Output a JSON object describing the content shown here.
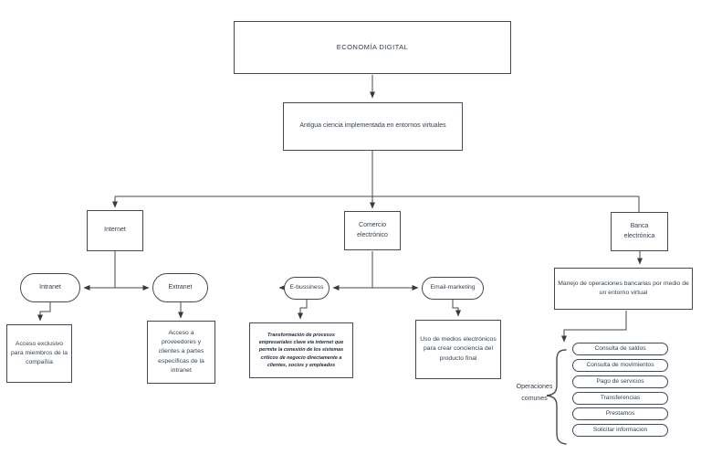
{
  "diagram": {
    "nodes": {
      "root": "ECONOMÍA DIGITAL",
      "definition": "Antigua ciencia implementada en entornos virtuales",
      "internet": "Internet",
      "comercio": "Comercio electrónico",
      "banca": "Banca electrónica",
      "intranet": "Intranet",
      "extranet": "Extranet",
      "ebussiness": "E-bussiness",
      "email_marketing": "Email-marketing",
      "intranet_desc": "Acceso exclusivo para miembros de la compañía",
      "extranet_desc": "Acceso a proveedores y clientes a partes específicas de la intranet",
      "ebussiness_desc": "Transformación de procesos empresariales clave vía internet que permite la conexión de los sistemas críticos de negocio directamente a clientes, socios y empleados",
      "email_marketing_desc": "Uso de medios electrónicos para crear conciencia del producto final",
      "banca_desc": "Manejo de operaciones bancarias por medio de un entorno virtual"
    },
    "operaciones_label": "Operaciones comunes",
    "operaciones": [
      "Consulta de saldos",
      "Consulta de movimientos",
      "Pago de servicios",
      "Transferencias",
      "Prestamos",
      "Solicitar informacion"
    ]
  },
  "colors": {
    "background": "#ffffff",
    "box_border": "#414b57",
    "text": "#33404f",
    "connector": "#4a4a4a"
  }
}
